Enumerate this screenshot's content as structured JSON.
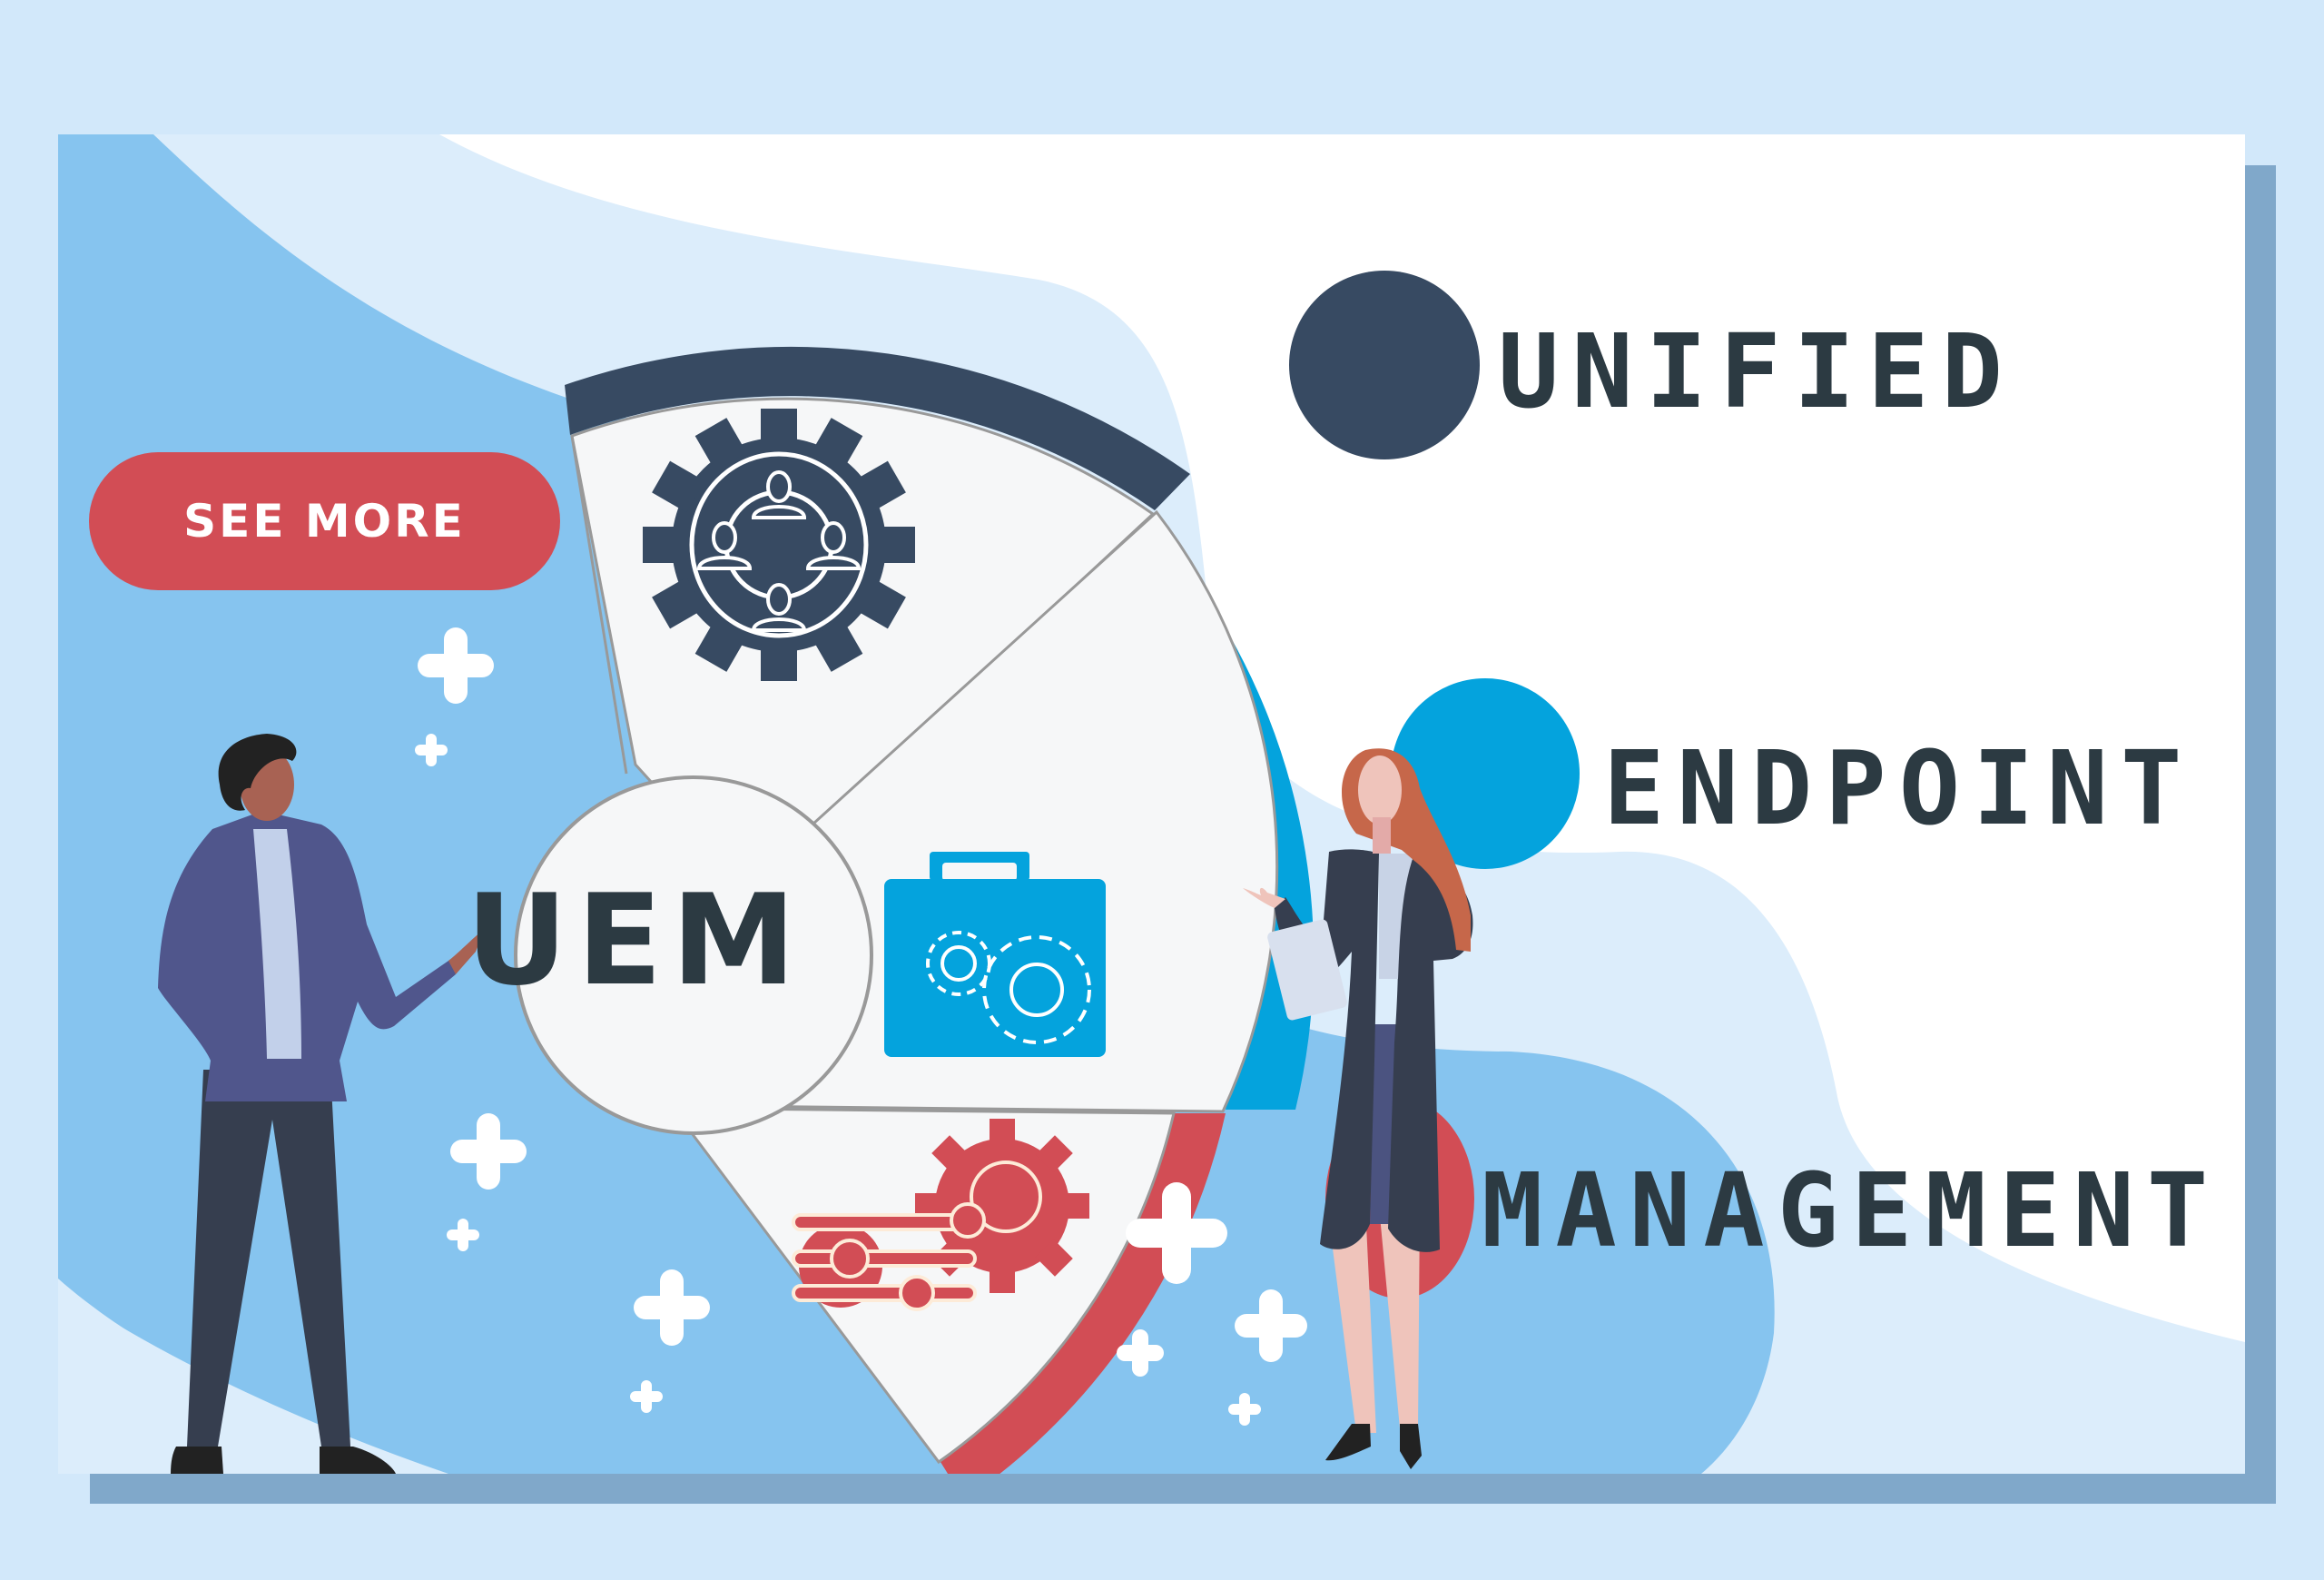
{
  "banner": {
    "cta_button": {
      "label": "SEE MORE",
      "color": "#d24d55"
    },
    "center_label": "UEM",
    "acronym_words": [
      {
        "word": "UNIFIED",
        "bullet_color": "#374a62"
      },
      {
        "word": "ENDPOINT",
        "bullet_color": "#04a3dd"
      },
      {
        "word": "MANAGEMENT",
        "bullet_color": "#d24d55"
      }
    ],
    "segments": [
      {
        "icon": "gear-people-network-icon",
        "arc_color": "#374a62"
      },
      {
        "icon": "toolbox-gears-icon",
        "arc_color": "#04a3dd"
      },
      {
        "icon": "gear-sliders-icon",
        "arc_color": "#d24d55"
      }
    ],
    "figures": [
      {
        "name": "man-presenter"
      },
      {
        "name": "woman-with-tablet"
      }
    ]
  },
  "colors": {
    "page_background": "#d2e8fa",
    "card_background": "#ffffff",
    "card_shadow": "#80a8ca",
    "blob_light": "#dcedfb",
    "blob_mid": "#86c4ef",
    "text_dark": "#2c3a42",
    "panel_fill": "#f6f7f8"
  }
}
